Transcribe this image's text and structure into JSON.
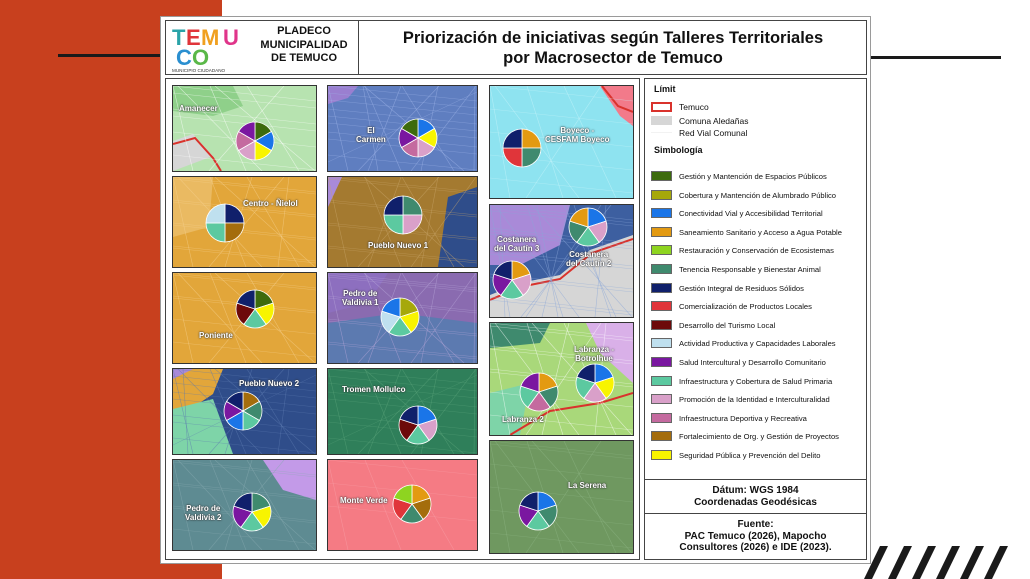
{
  "header": {
    "logo_text": "TEMUCO",
    "logo_subtext": "MUNICIPIO CIUDADANO",
    "org_line1": "PLADECO",
    "org_line2": "MUNICIPALIDAD",
    "org_line3": "DE TEMUCO",
    "title_line1": "Priorización de iniciativas según Talleres Territoriales",
    "title_line2": "por Macrosector de Temuco"
  },
  "colors": {
    "Gestion": "#3d6b0d",
    "Alumbrado": "#a6a80a",
    "Conectividad": "#1a75e8",
    "Saneamiento": "#e39a12",
    "Restauracion": "#8ed420",
    "Tenencia": "#3f8a6e",
    "Residuos": "#10206b",
    "Comercializacion": "#e0353a",
    "Turismo": "#6d0a0a",
    "Actividad": "#bfe0ef",
    "SaludInter": "#7a17a0",
    "SaludPrim": "#5cc9a0",
    "Identidad": "#d9a0c9",
    "Deportiva": "#c46a9f",
    "Fortalecimiento": "#a46d0c",
    "Seguridad": "#f8f400"
  },
  "panels": [
    {
      "name": "Amanecer",
      "label": "Amanecer",
      "slices": [
        "Gestion",
        "Conectividad",
        "Seguridad",
        "Identidad",
        "Deportiva",
        "SaludInter"
      ]
    },
    {
      "name": "El Carmen",
      "label": "El\nCarmen",
      "slices": [
        "Conectividad",
        "Seguridad",
        "Identidad",
        "Deportiva",
        "SaludInter",
        "Gestion"
      ]
    },
    {
      "name": "Boyeco",
      "label": "Boyeco -\nCESFAM Boyeco",
      "slices": [
        "Saneamiento",
        "Tenencia",
        "Comercializacion",
        "Residuos"
      ]
    },
    {
      "name": "Centro - Ñielol",
      "label": "Centro - Ñielol",
      "slices": [
        "Residuos",
        "Fortalecimiento",
        "SaludPrim",
        "Actividad"
      ]
    },
    {
      "name": "Pueblo Nuevo 1",
      "label": "Pueblo Nuevo 1",
      "slices": [
        "Tenencia",
        "Identidad",
        "SaludPrim",
        "Residuos"
      ]
    },
    {
      "name": "Costanera del Cautín 3",
      "label": "Costanera\ndel Cautín 3",
      "slices": [
        "Saneamiento",
        "Identidad",
        "SaludPrim",
        "SaludInter",
        "Residuos"
      ]
    },
    {
      "name": "Costanera del Cautín 2",
      "label": "Costanera\ndel Cautín 2",
      "slices": [
        "Conectividad",
        "Identidad",
        "SaludPrim",
        "Tenencia",
        "Saneamiento"
      ]
    },
    {
      "name": "Poniente",
      "label": "Poniente",
      "slices": [
        "Gestion",
        "Seguridad",
        "SaludPrim",
        "Turismo",
        "Residuos"
      ]
    },
    {
      "name": "Pedro de Valdivia 1",
      "label": "Pedro de\nValdivia 1",
      "slices": [
        "Alumbrado",
        "Seguridad",
        "SaludPrim",
        "Actividad",
        "Conectividad"
      ]
    },
    {
      "name": "Pueblo Nuevo 2",
      "label": "Pueblo Nuevo 2",
      "slices": [
        "Fortalecimiento",
        "Tenencia",
        "SaludPrim",
        "Conectividad",
        "SaludInter",
        "Residuos"
      ]
    },
    {
      "name": "Tromen Mollulco",
      "label": "Tromen Mollulco",
      "slices": [
        "Conectividad",
        "Identidad",
        "SaludPrim",
        "Turismo",
        "Residuos"
      ]
    },
    {
      "name": "Labranza 2",
      "label": "Labranza 2",
      "slices": [
        "Saneamiento",
        "Tenencia",
        "Deportiva",
        "SaludPrim",
        "SaludInter"
      ]
    },
    {
      "name": "Labranza - Botrolhue",
      "label": "Labranza -\nBotrolhue",
      "slices": [
        "Conectividad",
        "Seguridad",
        "Identidad",
        "SaludPrim",
        "Residuos"
      ]
    },
    {
      "name": "Pedro de Valdivia 2",
      "label": "Pedro de\nValdivia 2",
      "slices": [
        "Tenencia",
        "Seguridad",
        "SaludPrim",
        "SaludInter",
        "Residuos"
      ]
    },
    {
      "name": "Monte Verde",
      "label": "Monte Verde",
      "slices": [
        "Saneamiento",
        "Fortalecimiento",
        "Tenencia",
        "Comercializacion",
        "Restauracion"
      ]
    },
    {
      "name": "La Serena",
      "label": "La Serena",
      "slices": [
        "Conectividad",
        "Tenencia",
        "SaludPrim",
        "SaludInter",
        "Residuos"
      ]
    }
  ],
  "legend": {
    "limit_title": "Límit",
    "limit_items": [
      {
        "key": "temuco",
        "label": "Temuco"
      },
      {
        "key": "aledanas",
        "label": "Comuna Aledañas"
      },
      {
        "key": "red",
        "label": "Red Vial Comunal"
      }
    ],
    "symbol_title": "Simbología",
    "items": [
      {
        "key": "Gestion",
        "label": "Gestión y Mantención de Espacios Públicos"
      },
      {
        "key": "Alumbrado",
        "label": "Cobertura y Mantención de Alumbrado Público"
      },
      {
        "key": "Conectividad",
        "label": "Conectividad Vial y Accesibilidad Territorial"
      },
      {
        "key": "Saneamiento",
        "label": "Saneamiento Sanitario y Acceso a Agua Potable"
      },
      {
        "key": "Restauracion",
        "label": "Restauración y Conservación de Ecosistemas"
      },
      {
        "key": "Tenencia",
        "label": "Tenencia Responsable y Bienestar Animal"
      },
      {
        "key": "Residuos",
        "label": "Gestión Integral de Residuos Sólidos"
      },
      {
        "key": "Comercializacion",
        "label": "Comercialización de Productos Locales"
      },
      {
        "key": "Turismo",
        "label": "Desarrollo del Turismo Local"
      },
      {
        "key": "Actividad",
        "label": "Actividad Productiva y Capacidades Laborales"
      },
      {
        "key": "SaludInter",
        "label": "Salud Intercultural y Desarrollo Comunitario"
      },
      {
        "key": "SaludPrim",
        "label": "Infraestructura y Cobertura de Salud Primaria"
      },
      {
        "key": "Identidad",
        "label": "Promoción de la Identidad e Interculturalidad"
      },
      {
        "key": "Deportiva",
        "label": "Infraestructura Deportiva y Recreativa"
      },
      {
        "key": "Fortalecimiento",
        "label": "Fortalecimiento de Org. y Gestión de Proyectos"
      },
      {
        "key": "Seguridad",
        "label": "Seguridad Pública y Prevención del Delito"
      }
    ]
  },
  "datum": {
    "line1": "Dátum: WGS 1984",
    "line2": "Coordenadas Geodésicas"
  },
  "source": {
    "line1": "Fuente:",
    "line2": "PAC Temuco (2026), Mapocho",
    "line3": "Consultores (2026) e IDE (2023)."
  }
}
